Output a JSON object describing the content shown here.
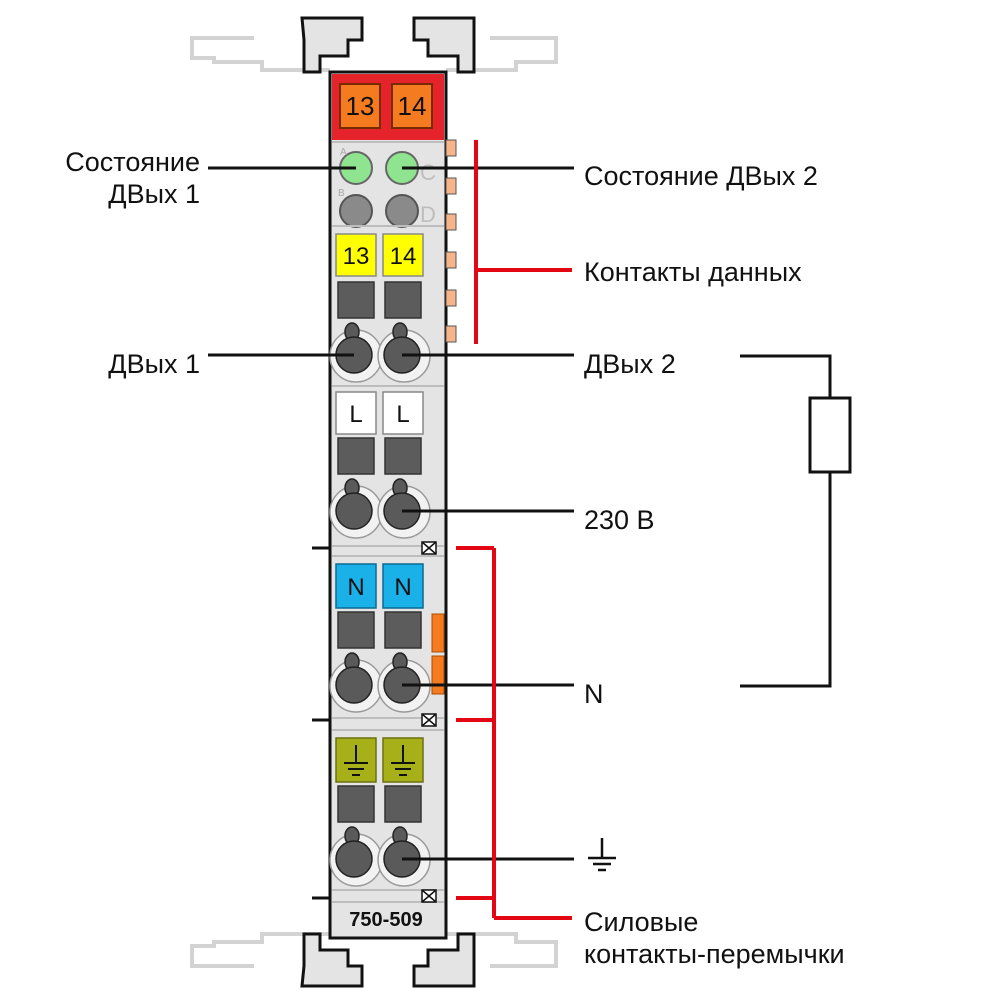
{
  "module": {
    "part_number": "750-509",
    "top_marker": [
      "13",
      "14"
    ],
    "yellow_marker": [
      "13",
      "14"
    ],
    "l_marker": [
      "L",
      "L"
    ],
    "n_marker": [
      "N",
      "N"
    ],
    "led_letters": [
      "A",
      "B",
      "C",
      "D"
    ],
    "colors": {
      "housing": "#e4e4e4",
      "red_cap": "#e4232b",
      "orange_marker": "#f47b20",
      "yellow_marker": "#ffff00",
      "blue_marker": "#1ab0e8",
      "ground_marker": "#a8b019",
      "led_on": "#8fe58f",
      "led_off": "#8a8a8a",
      "callout_red": "#e30613"
    }
  },
  "labels": {
    "status_do1": [
      "Состояние",
      "ДВых 1"
    ],
    "status_do2": "Состояние ДВых 2",
    "data_contacts": "Контакты данных",
    "do1": "ДВых 1",
    "do2": "ДВых 2",
    "voltage": "230 В",
    "neutral": "N",
    "power_jumpers": [
      "Силовые",
      "контакты-перемычки"
    ]
  }
}
